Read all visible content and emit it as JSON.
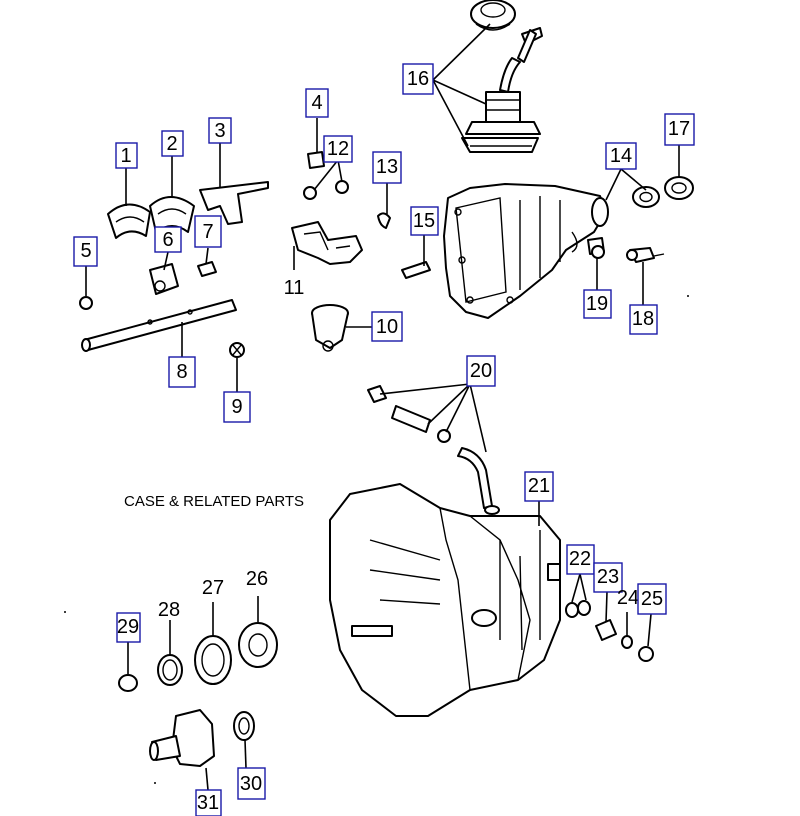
{
  "caption": "CASE & RELATED PARTS",
  "callouts": {
    "c1": "1",
    "c2": "2",
    "c3": "3",
    "c4": "4",
    "c5": "5",
    "c6": "6",
    "c7": "7",
    "c8": "8",
    "c9": "9",
    "c10": "10",
    "c11": "11",
    "c12": "12",
    "c13": "13",
    "c14": "14",
    "c15": "15",
    "c16": "16",
    "c17": "17",
    "c18": "18",
    "c19": "19",
    "c20": "20",
    "c21": "21",
    "c22": "22",
    "c23": "23",
    "c24": "24",
    "c25": "25",
    "c26": "26",
    "c27": "27",
    "c28": "28",
    "c29": "29",
    "c30": "30",
    "c31": "31"
  }
}
